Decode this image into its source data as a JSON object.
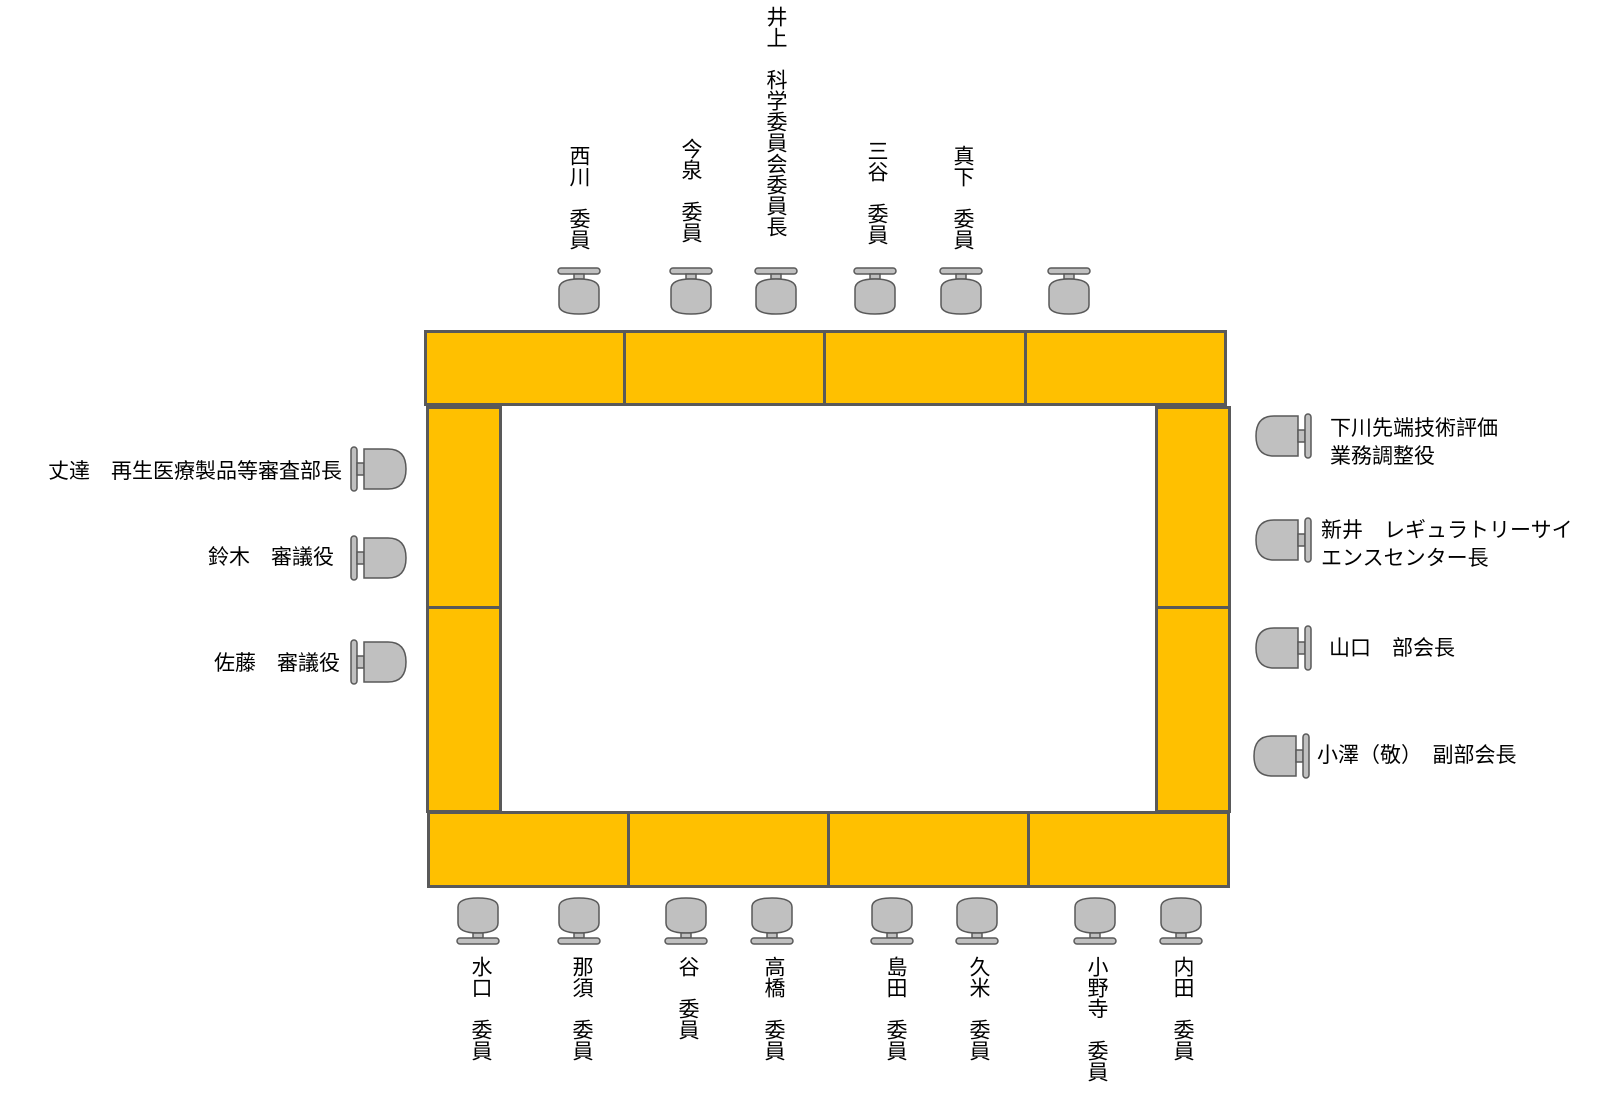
{
  "colors": {
    "table_fill": "#FFC000",
    "table_border": "#595959",
    "chair_fill": "#C0C0C0",
    "chair_stroke": "#595959"
  },
  "icons": {
    "chair": "chair-icon"
  },
  "top_seats": [
    {
      "id": "nishikawa",
      "label": "西川　委員"
    },
    {
      "id": "imaizumi",
      "label": "今泉　委員"
    },
    {
      "id": "inoue",
      "label": "井上　科学委員会委員長"
    },
    {
      "id": "mitani",
      "label": "三谷　委員"
    },
    {
      "id": "mashimo",
      "label": "真下　委員"
    },
    {
      "id": "empty",
      "label": ""
    }
  ],
  "left_seats": [
    {
      "id": "jodate",
      "label": "丈達　再生医療製品等審査部長"
    },
    {
      "id": "suzuki",
      "label": "鈴木　審議役"
    },
    {
      "id": "sato",
      "label": "佐藤　審議役"
    }
  ],
  "right_seats": [
    {
      "id": "shimokawa",
      "line1": "下川先端技術評価",
      "line2": "業務調整役"
    },
    {
      "id": "arai",
      "line1": "新井　レギュラトリーサイ",
      "line2": "エンスセンター長"
    },
    {
      "id": "yamaguchi",
      "line1": "山口　部会長",
      "line2": ""
    },
    {
      "id": "ozawa",
      "line1": "小澤（敬）　副部会長",
      "line2": ""
    }
  ],
  "bottom_seats": [
    {
      "id": "mizuguchi",
      "label": "水口　委員"
    },
    {
      "id": "nasu",
      "label": "那須　委員"
    },
    {
      "id": "tani",
      "label": "谷　委員"
    },
    {
      "id": "takahashi",
      "label": "高橋　委員"
    },
    {
      "id": "shimada",
      "label": "島田　委員"
    },
    {
      "id": "kume",
      "label": "久米　委員"
    },
    {
      "id": "onodera",
      "label": "小野寺　委員"
    },
    {
      "id": "uchida",
      "label": "内田　委員"
    }
  ]
}
